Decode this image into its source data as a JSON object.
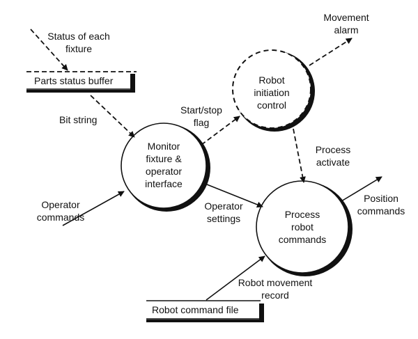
{
  "processes": [
    {
      "id": "monitor",
      "label": "Monitor\nfixture &\noperator\ninterface"
    },
    {
      "id": "robot_init",
      "label": "Robot\ninitiation\ncontrol"
    },
    {
      "id": "process_robot",
      "label": "Process\nrobot\ncommands"
    }
  ],
  "stores": [
    {
      "id": "parts_status",
      "label": "Parts status buffer"
    },
    {
      "id": "command_file",
      "label": "Robot command file"
    }
  ],
  "flows": {
    "status_fixture": "Status of each\nfixture",
    "bit_string": "Bit string",
    "start_stop": "Start/stop\nflag",
    "movement_alarm": "Movement\nalarm",
    "process_activate": "Process\nactivate",
    "operator_commands": "Operator\ncommands",
    "operator_settings": "Operator\nsettings",
    "position_commands": "Position\ncommands",
    "robot_movement_record": "Robot movement\nrecord"
  }
}
